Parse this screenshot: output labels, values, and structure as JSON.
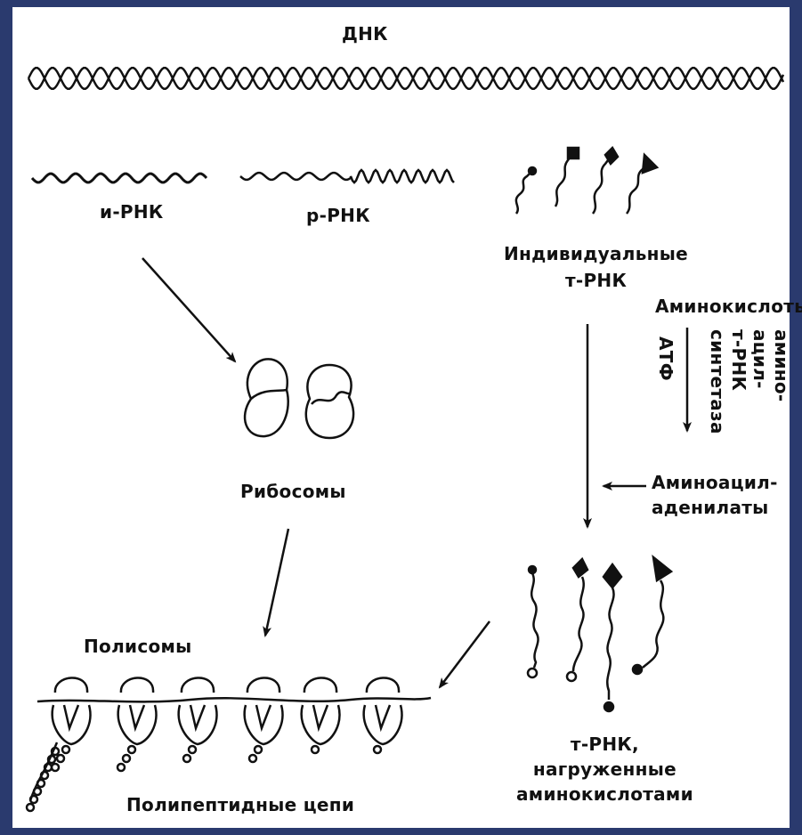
{
  "labels": {
    "dna": "ДНК",
    "mrna": "и-РНК",
    "rrna": "р-РНК",
    "trna_individual": "Индивидуальные\nт-РНК",
    "amino_acids": "Аминокислоты",
    "enzyme": "амино-\nацил-\nт-РНК\nсинтетаза",
    "atp": "АТФ",
    "aminoacyl_adenylates": "Аминоацил-\nаденилаты",
    "ribosomes": "Рибосомы",
    "polysomes": "Полисомы",
    "trna_charged": "т-РНК,\nнагруженные\nаминокислотами",
    "polypeptides": "Полипептидные цепи"
  },
  "colors": {
    "background": "#2a3a6e",
    "panel": "#ffffff",
    "ink": "#111111"
  }
}
